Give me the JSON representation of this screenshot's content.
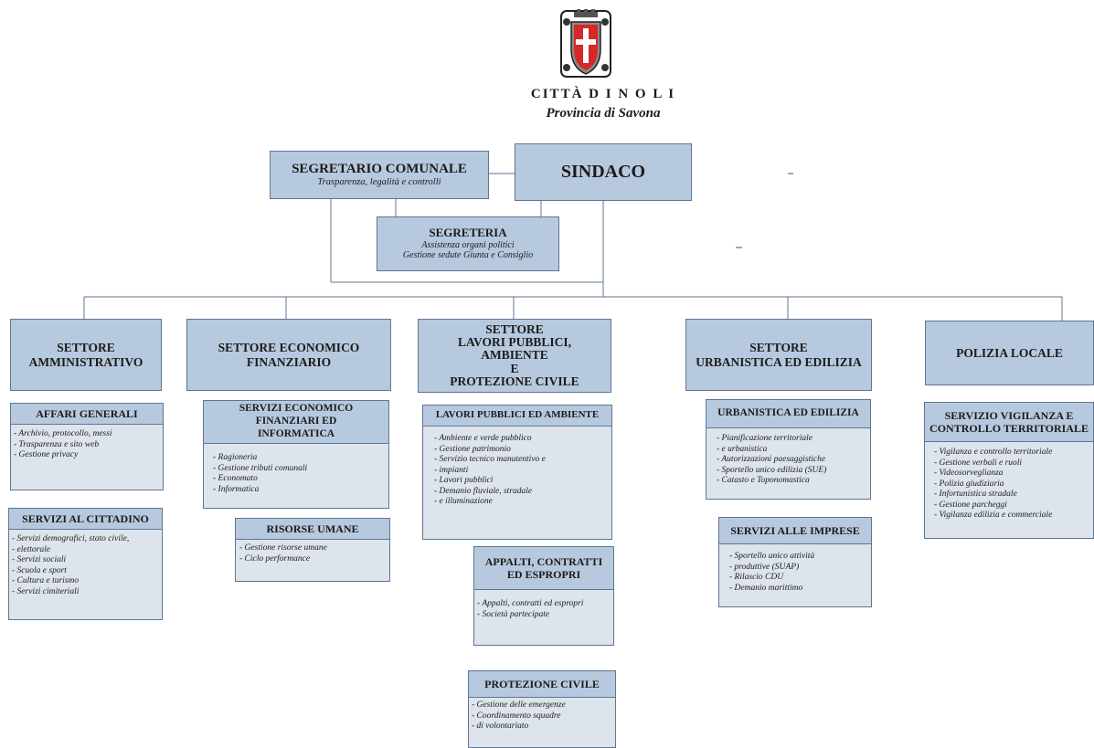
{
  "header": {
    "city": "CITTÀ D I N O L I",
    "province": "Provincia di Savona",
    "emblem": "noli-coat-of-arms"
  },
  "top": {
    "sindaco": "SINDACO",
    "segretario": {
      "title": "SEGRETARIO COMUNALE",
      "subtitle": "Trasparenza, legalità e controlli"
    },
    "segreteria": {
      "title": "SEGRETERIA",
      "lines": [
        "Assistenza organi politici",
        "Gestione sedute Giunta e Consiglio"
      ]
    }
  },
  "sectors": {
    "amministrativo": {
      "title": [
        "SETTORE",
        "AMMINISTRATIVO"
      ],
      "affari": {
        "title": "AFFARI GENERALI",
        "items": [
          "Archivio, protocollo, messi",
          "Trasparenza e sito web",
          "Gestione privacy"
        ]
      },
      "cittadino": {
        "title": "SERVIZI AL CITTADINO",
        "items": [
          "Servizi demografici, stato civile,",
          "  elettorale",
          "  Servizi sociali",
          "Scuola e sport",
          "Cultura e turismo",
          "Servizi cimiteriali"
        ]
      }
    },
    "economico": {
      "title": [
        "SETTORE ECONOMICO",
        "FINANZIARIO"
      ],
      "servizi": {
        "title": [
          "SERVIZI ECONOMICO",
          "FINANZIARI ED",
          "INFORMATICA"
        ],
        "items": [
          "Ragioneria",
          "Gestione tributi comunali",
          "Economato",
          "Informatica"
        ]
      },
      "risorse": {
        "title": "RISORSE UMANE",
        "items": [
          "Gestione risorse umane",
          "Ciclo performance"
        ]
      }
    },
    "lavori": {
      "title": [
        "SETTORE",
        "LAVORI PUBBLICI,",
        "AMBIENTE",
        "E",
        "PROTEZIONE CIVILE"
      ],
      "lpa": {
        "title": "LAVORI PUBBLICI ED AMBIENTE",
        "items": [
          "Ambiente e verde pubblico",
          "Gestione patrimonio",
          "Servizio tecnico manutentivo e",
          "  impianti",
          "Lavori pubblici",
          "Demanio fluviale, stradale",
          "  e illuminazione"
        ]
      },
      "appalti": {
        "title": [
          "APPALTI, CONTRATTI",
          "ED ESPROPRI"
        ],
        "items": [
          "Appalti, contratti ed espropri",
          "Società partecipate"
        ]
      },
      "protezione": {
        "title": "PROTEZIONE CIVILE",
        "items": [
          "Gestione delle emergenze",
          "Coordinamento squadre",
          "  di volontariato"
        ]
      }
    },
    "urbanistica": {
      "title": [
        "SETTORE",
        "URBANISTICA ED EDILIZIA"
      ],
      "ue": {
        "title": "URBANISTICA ED EDILIZIA",
        "items": [
          "Pianificazione territoriale",
          "  e urbanistica",
          "Autorizzazioni paesaggistiche",
          "Sportello unico edilizia (SUE)",
          "Catasto e Toponomastica"
        ]
      },
      "imprese": {
        "title": "SERVIZI ALLE IMPRESE",
        "items": [
          "Sportello unico attività",
          "  produttive (SUAP)",
          "Rilascio CDU",
          "Demanio marittimo"
        ]
      }
    },
    "polizia": {
      "title": "POLIZIA LOCALE",
      "vigilanza": {
        "title": [
          "SERVIZIO VIGILANZA E",
          "CONTROLLO TERRITORIALE"
        ],
        "items": [
          "Vigilanza e controllo territoriale",
          "Gestione verbali e ruoli",
          "Videosorveglianza",
          "Polizia giudiziaria",
          "Infortunistica stradale",
          "Gestione parcheggi",
          "Vigilanza edilizia e commerciale"
        ]
      }
    }
  }
}
